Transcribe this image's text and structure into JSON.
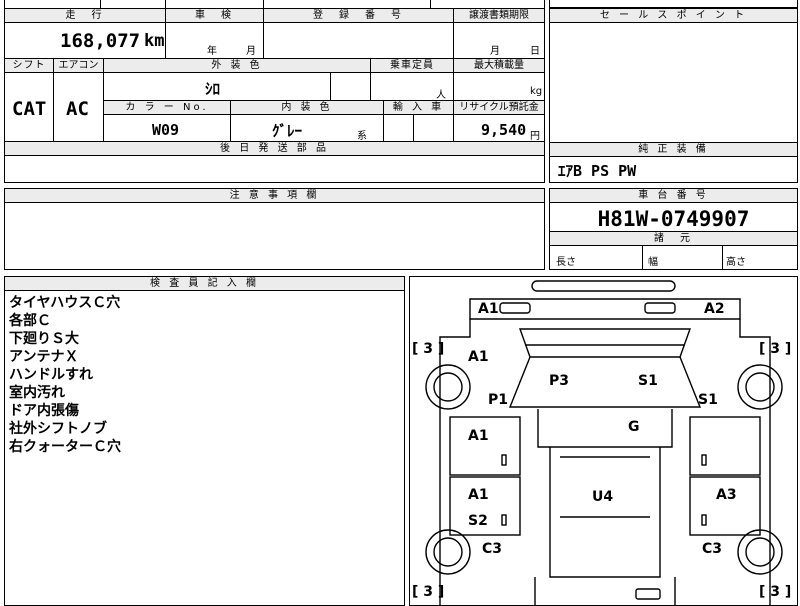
{
  "main": {
    "mileage_header": "走　行",
    "inspection_header": "車　検",
    "registration_header": "登　録　番　号",
    "transfer_header": "譲渡書類期限",
    "mileage_value": "168,077",
    "mileage_unit": "km",
    "year_unit": "年",
    "month_unit": "月",
    "month_unit2": "月",
    "day_unit": "日",
    "shift_header": "シフト",
    "ac_header": "エアコン",
    "exterior_header": "外 装 色",
    "capacity_header": "乗車定員",
    "maxload_header": "最大積載量",
    "shift_value": "CAT",
    "ac_value": "AC",
    "exterior_value": "ｼﾛ",
    "person_unit": "人",
    "kg_unit": "kg",
    "colorno_header": "カ ラ ー No.",
    "interior_header": "内 装 色",
    "import_header": "輸 入 車",
    "recycle_header": "リサイクル預託金",
    "colorno_value": "W09",
    "interior_value": "ｸﾞﾚｰ",
    "interior_suffix": "系",
    "recycle_value": "9,540",
    "yen_unit": "円",
    "later_parts_header": "後 日 発 送 部 品",
    "notes_header": "注 意 事 項 欄",
    "inspector_header": "検 査 員 記 入 欄"
  },
  "right": {
    "sales_point_header": "セ ー ル ス ポ イ ン ト",
    "genuine_header": "純 正 装 備",
    "genuine_value": "ｴｱB PS PW",
    "chassis_header": "車 台 番 号",
    "chassis_value": "H81W-0749907",
    "dimensions_header": "諸　元",
    "length_label": "長さ",
    "width_label": "幅",
    "height_label": "高さ"
  },
  "inspector_notes": [
    "タイヤハウスＣ穴",
    "各部Ｃ",
    "下廻りＳ大",
    "アンテナＸ",
    "ハンドルすれ",
    "室内汚れ",
    "ドア内張傷",
    "社外シフトノブ",
    "右クォーターＣ穴"
  ],
  "car_diagram": {
    "labels": {
      "a1_front_left": "A1",
      "a2_front_right": "A2",
      "tire_fl": "[ 3 ]",
      "tire_fr": "[ 3 ]",
      "tire_rl": "[ 3 ]",
      "tire_rr": "[ 3 ]",
      "a1_fender": "A1",
      "p3": "P3",
      "s1_windshield": "S1",
      "p1": "P1",
      "s1_right": "S1",
      "a1_front_door": "A1",
      "g": "G",
      "a1_rear_door": "A1",
      "u4": "U4",
      "a3": "A3",
      "s2": "S2",
      "c3_left": "C3",
      "c3_right": "C3"
    }
  }
}
